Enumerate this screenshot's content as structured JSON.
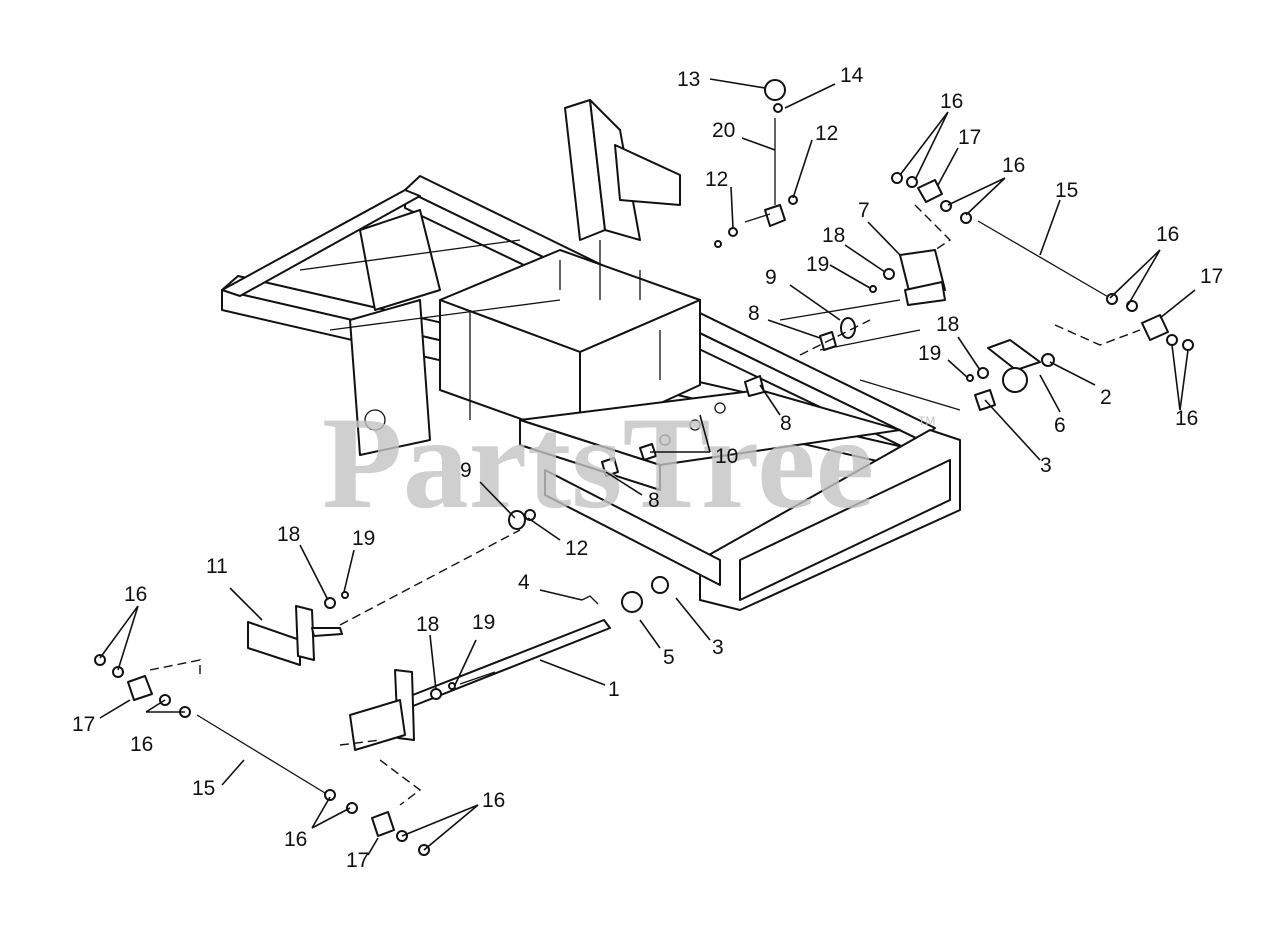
{
  "watermark": {
    "text": "PartsTree",
    "trademark": "TM"
  },
  "callouts": [
    {
      "id": "c13a",
      "label": "13"
    },
    {
      "id": "c14a",
      "label": "14"
    },
    {
      "id": "c20a",
      "label": "20"
    },
    {
      "id": "c12a",
      "label": "12"
    },
    {
      "id": "c12b",
      "label": "12"
    },
    {
      "id": "c16a",
      "label": "16"
    },
    {
      "id": "c17a",
      "label": "17"
    },
    {
      "id": "c16b",
      "label": "16"
    },
    {
      "id": "c15a",
      "label": "15"
    },
    {
      "id": "c7a",
      "label": "7"
    },
    {
      "id": "c18a",
      "label": "18"
    },
    {
      "id": "c19a",
      "label": "19"
    },
    {
      "id": "c9a",
      "label": "9"
    },
    {
      "id": "c8a",
      "label": "8"
    },
    {
      "id": "c16c",
      "label": "16"
    },
    {
      "id": "c17b",
      "label": "17"
    },
    {
      "id": "c18b",
      "label": "18"
    },
    {
      "id": "c19b",
      "label": "19"
    },
    {
      "id": "c2a",
      "label": "2"
    },
    {
      "id": "c6a",
      "label": "6"
    },
    {
      "id": "c16d",
      "label": "16"
    },
    {
      "id": "c8b",
      "label": "8"
    },
    {
      "id": "c10a",
      "label": "10"
    },
    {
      "id": "c3a",
      "label": "3"
    },
    {
      "id": "c9b",
      "label": "9"
    },
    {
      "id": "c8c",
      "label": "8"
    },
    {
      "id": "c12c",
      "label": "12"
    },
    {
      "id": "c18c",
      "label": "18"
    },
    {
      "id": "c19c",
      "label": "19"
    },
    {
      "id": "c11a",
      "label": "11"
    },
    {
      "id": "c16e",
      "label": "16"
    },
    {
      "id": "c4a",
      "label": "4"
    },
    {
      "id": "c5a",
      "label": "5"
    },
    {
      "id": "c3b",
      "label": "3"
    },
    {
      "id": "c18d",
      "label": "18"
    },
    {
      "id": "c19d",
      "label": "19"
    },
    {
      "id": "c1a",
      "label": "1"
    },
    {
      "id": "c17c",
      "label": "17"
    },
    {
      "id": "c16f",
      "label": "16"
    },
    {
      "id": "c15b",
      "label": "15"
    },
    {
      "id": "c16g",
      "label": "16"
    },
    {
      "id": "c16h",
      "label": "16"
    },
    {
      "id": "c17d",
      "label": "17"
    }
  ]
}
